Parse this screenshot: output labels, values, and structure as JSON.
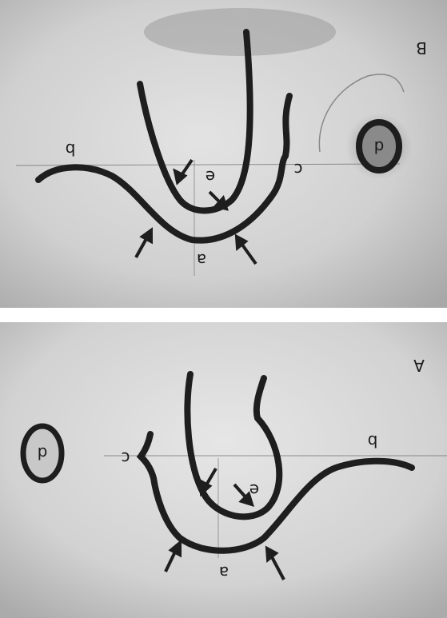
{
  "panels": [
    {
      "panel_label": "B",
      "labels": {
        "a_outer": "a",
        "e_inner": "e",
        "b": "b",
        "c": "c",
        "d": "d"
      }
    },
    {
      "panel_label": "A",
      "labels": {
        "a_outer": "a",
        "e_inner": "e",
        "b": "b",
        "c": "c",
        "d": "d"
      }
    }
  ],
  "colors": {
    "stroke": "#1e1e1e",
    "background": "#cfcfcf",
    "divider": "#ffffff"
  }
}
